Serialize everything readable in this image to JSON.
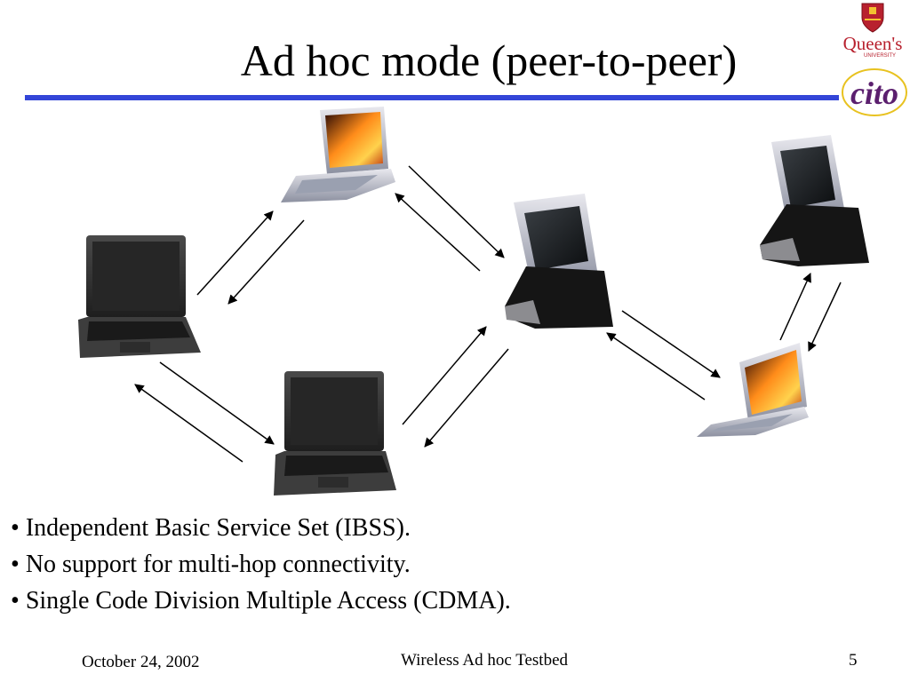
{
  "slide": {
    "title": "Ad hoc mode (peer-to-peer)",
    "bullets": [
      "Independent Basic Service Set (IBSS).",
      "No support for multi-hop connectivity.",
      "Single Code Division Multiple Access (CDMA)."
    ],
    "footer": {
      "date": "October 24, 2002",
      "center": "Wireless Ad hoc Testbed",
      "page": "5"
    }
  },
  "logo": {
    "university": "Queen's",
    "university_sub": "UNIVERSITY",
    "brand": "cito",
    "colors": {
      "crest": "#b8212e",
      "brand": "#5b1f6e",
      "text": "#b8212e"
    }
  },
  "diagram": {
    "devices": [
      {
        "name": "laptop-left",
        "type": "laptop"
      },
      {
        "name": "mini-laptop-top",
        "type": "mini-laptop"
      },
      {
        "name": "laptop-bottom",
        "type": "laptop"
      },
      {
        "name": "pda-center",
        "type": "pda"
      },
      {
        "name": "pda-right",
        "type": "pda"
      },
      {
        "name": "mini-laptop-right",
        "type": "mini-laptop"
      }
    ],
    "colors": {
      "title_bar": "#3345d8",
      "arrow": "#000000",
      "laptop": "#3a3a3a",
      "screen_warm": "#ff8c1a"
    }
  }
}
